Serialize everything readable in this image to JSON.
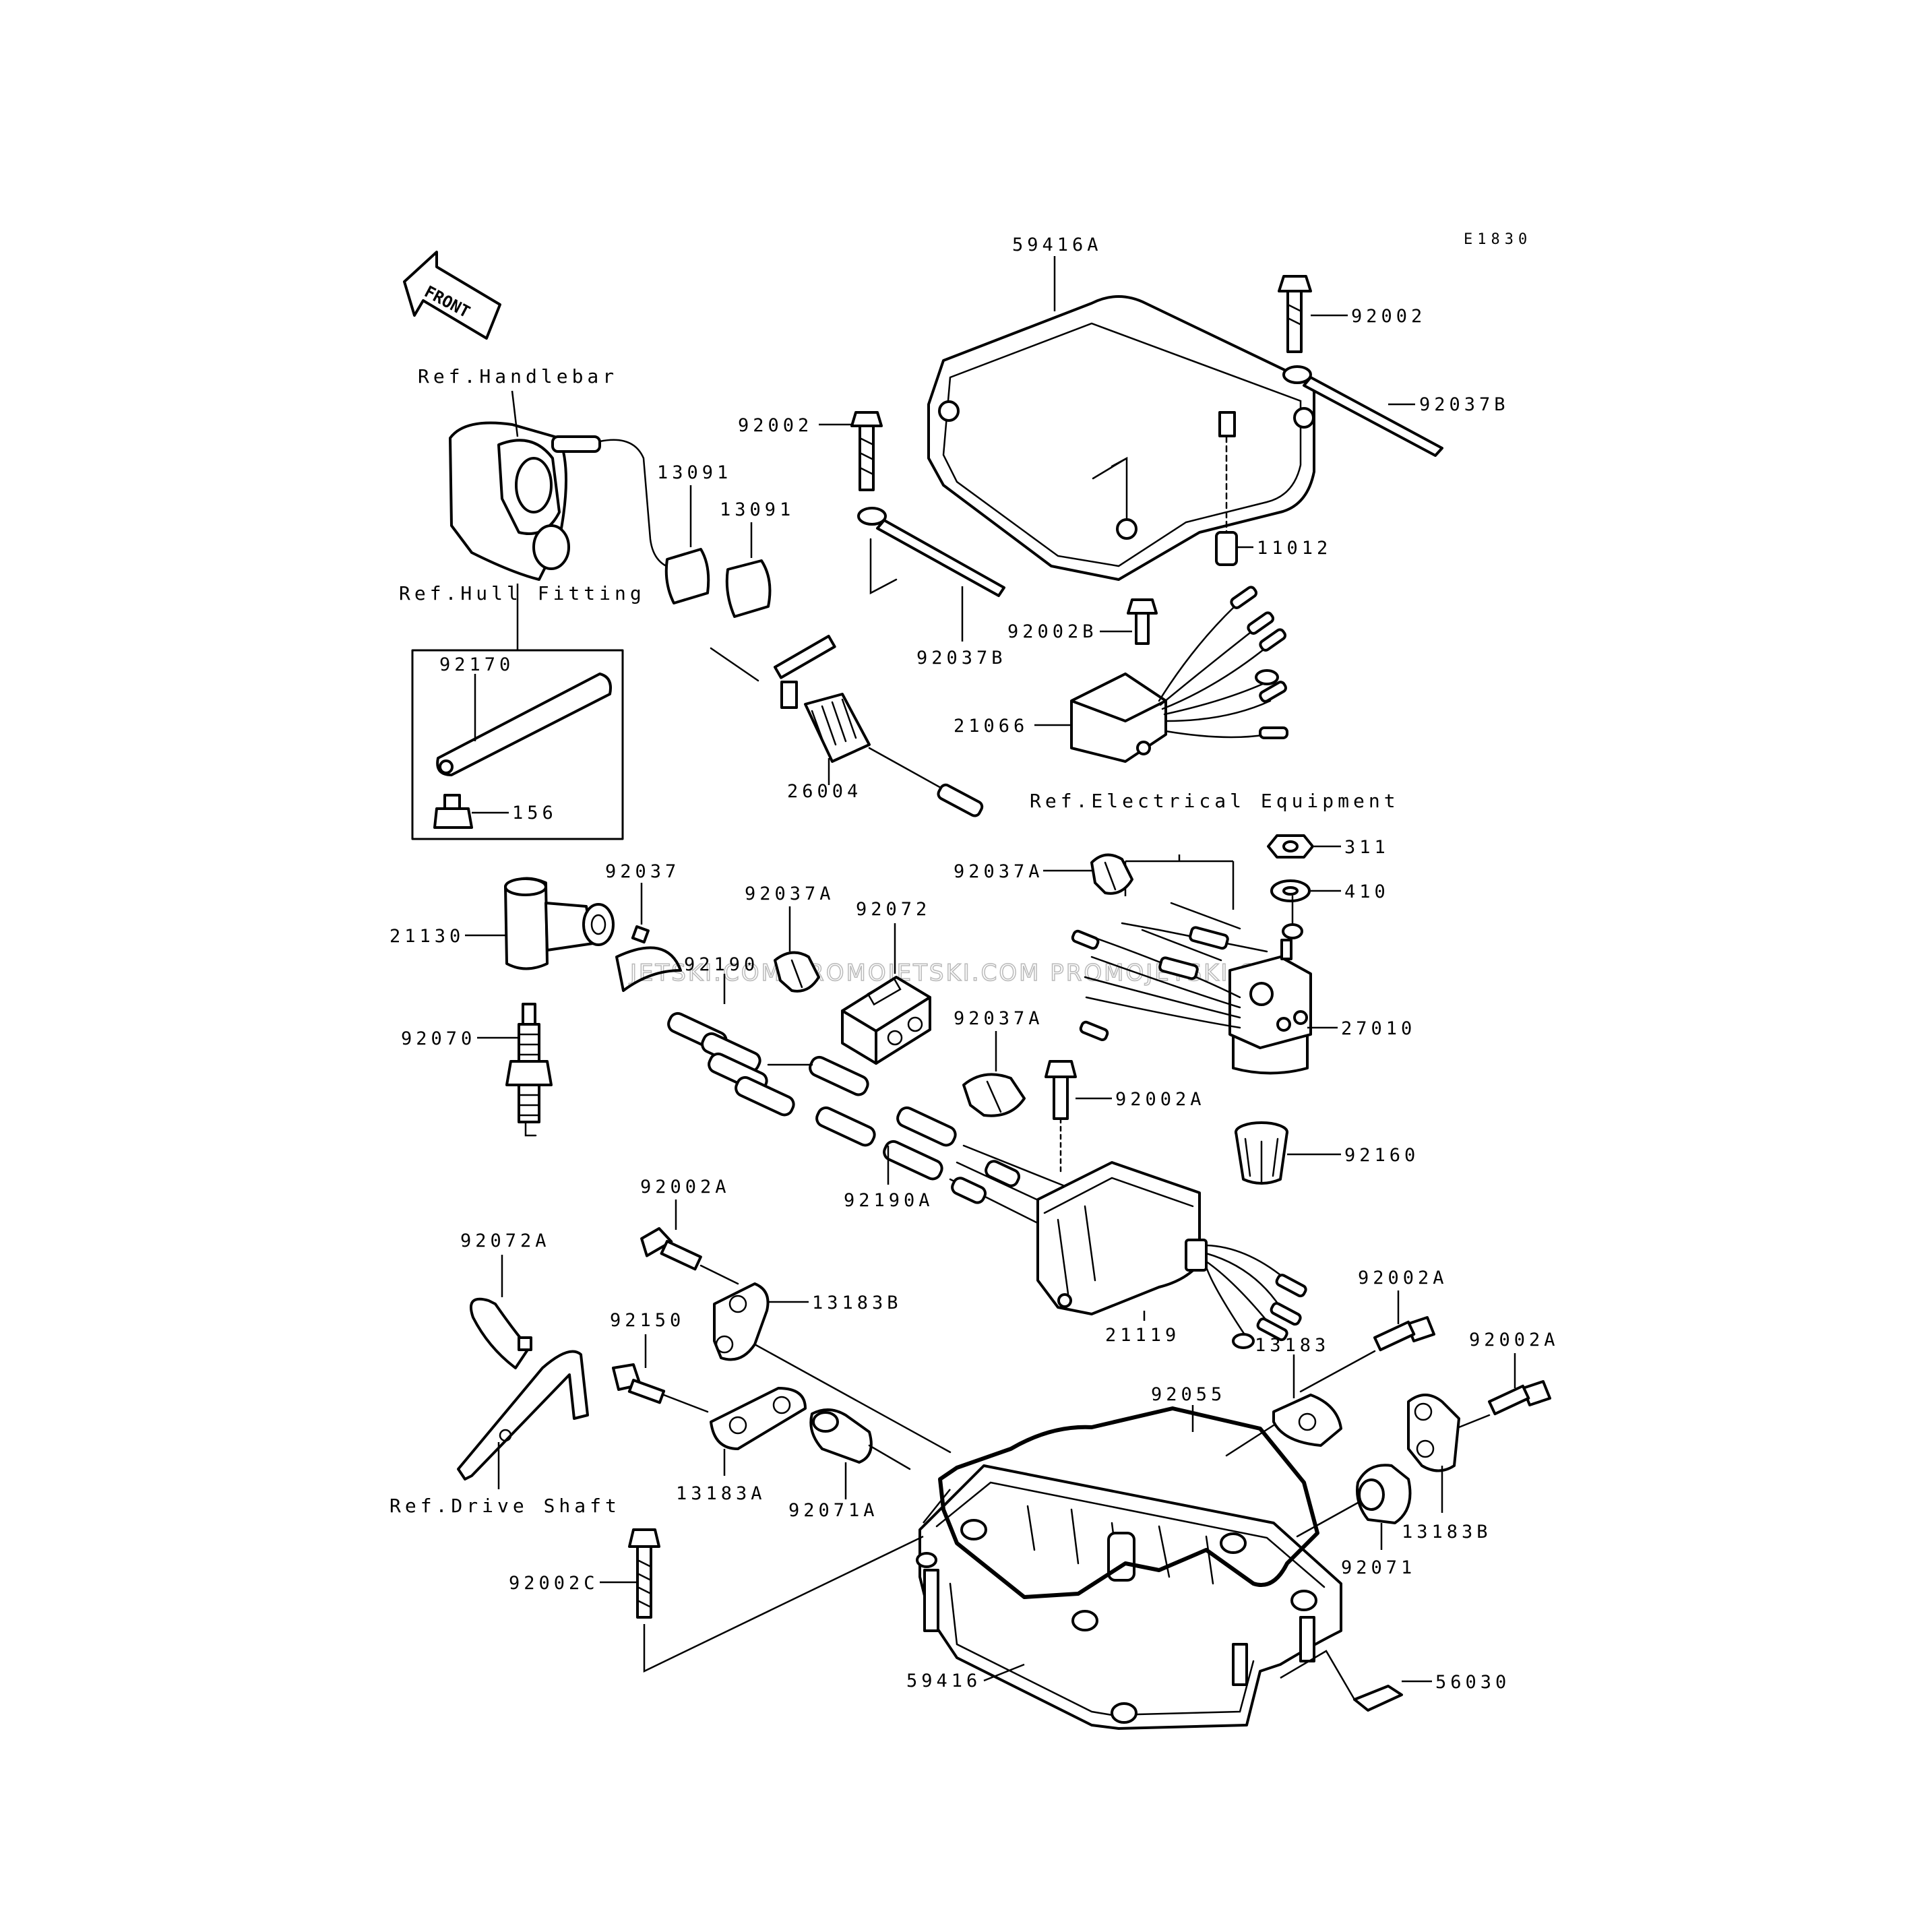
{
  "diagram_code": "E1830",
  "front_label": "FRONT",
  "watermark": "JETSKI.COM  PROMOJETSKI.COM  PROMOJETSKI.COM",
  "references": {
    "handlebar": "Ref.Handlebar",
    "hull_fitting": "Ref.Hull Fitting",
    "electrical_equipment": "Ref.Electrical Equipment",
    "drive_shaft": "Ref.Drive Shaft"
  },
  "parts": {
    "p59416A": "59416A",
    "p92002_top": "92002",
    "p92037B_top": "92037B",
    "p92002_mid": "92002",
    "p92037B_mid": "92037B",
    "p11012": "11012",
    "p13091_a": "13091",
    "p13091_b": "13091",
    "p92002B": "92002B",
    "p21066": "21066",
    "p92170": "92170",
    "p156": "156",
    "p26004": "26004",
    "p311": "311",
    "p410": "410",
    "p92037A_top": "92037A",
    "p92037": "92037",
    "p92037A_left": "92037A",
    "p92072": "92072",
    "p21130": "21130",
    "p92190": "92190",
    "p27010": "27010",
    "p92037A_mid": "92037A",
    "p92070": "92070",
    "p92002A_center": "92002A",
    "p92160": "92160",
    "p92190A": "92190A",
    "p92002A_left": "92002A",
    "p92072A": "92072A",
    "p13183B_left": "13183B",
    "p21119": "21119",
    "p92002A_right1": "92002A",
    "p92150": "92150",
    "p13183": "13183",
    "p92002A_right2": "92002A",
    "p92055": "92055",
    "p13183A": "13183A",
    "p92071A": "92071A",
    "p13183B_right": "13183B",
    "p92071": "92071",
    "p92002C": "92002C",
    "p56030": "56030",
    "p59416": "59416"
  }
}
